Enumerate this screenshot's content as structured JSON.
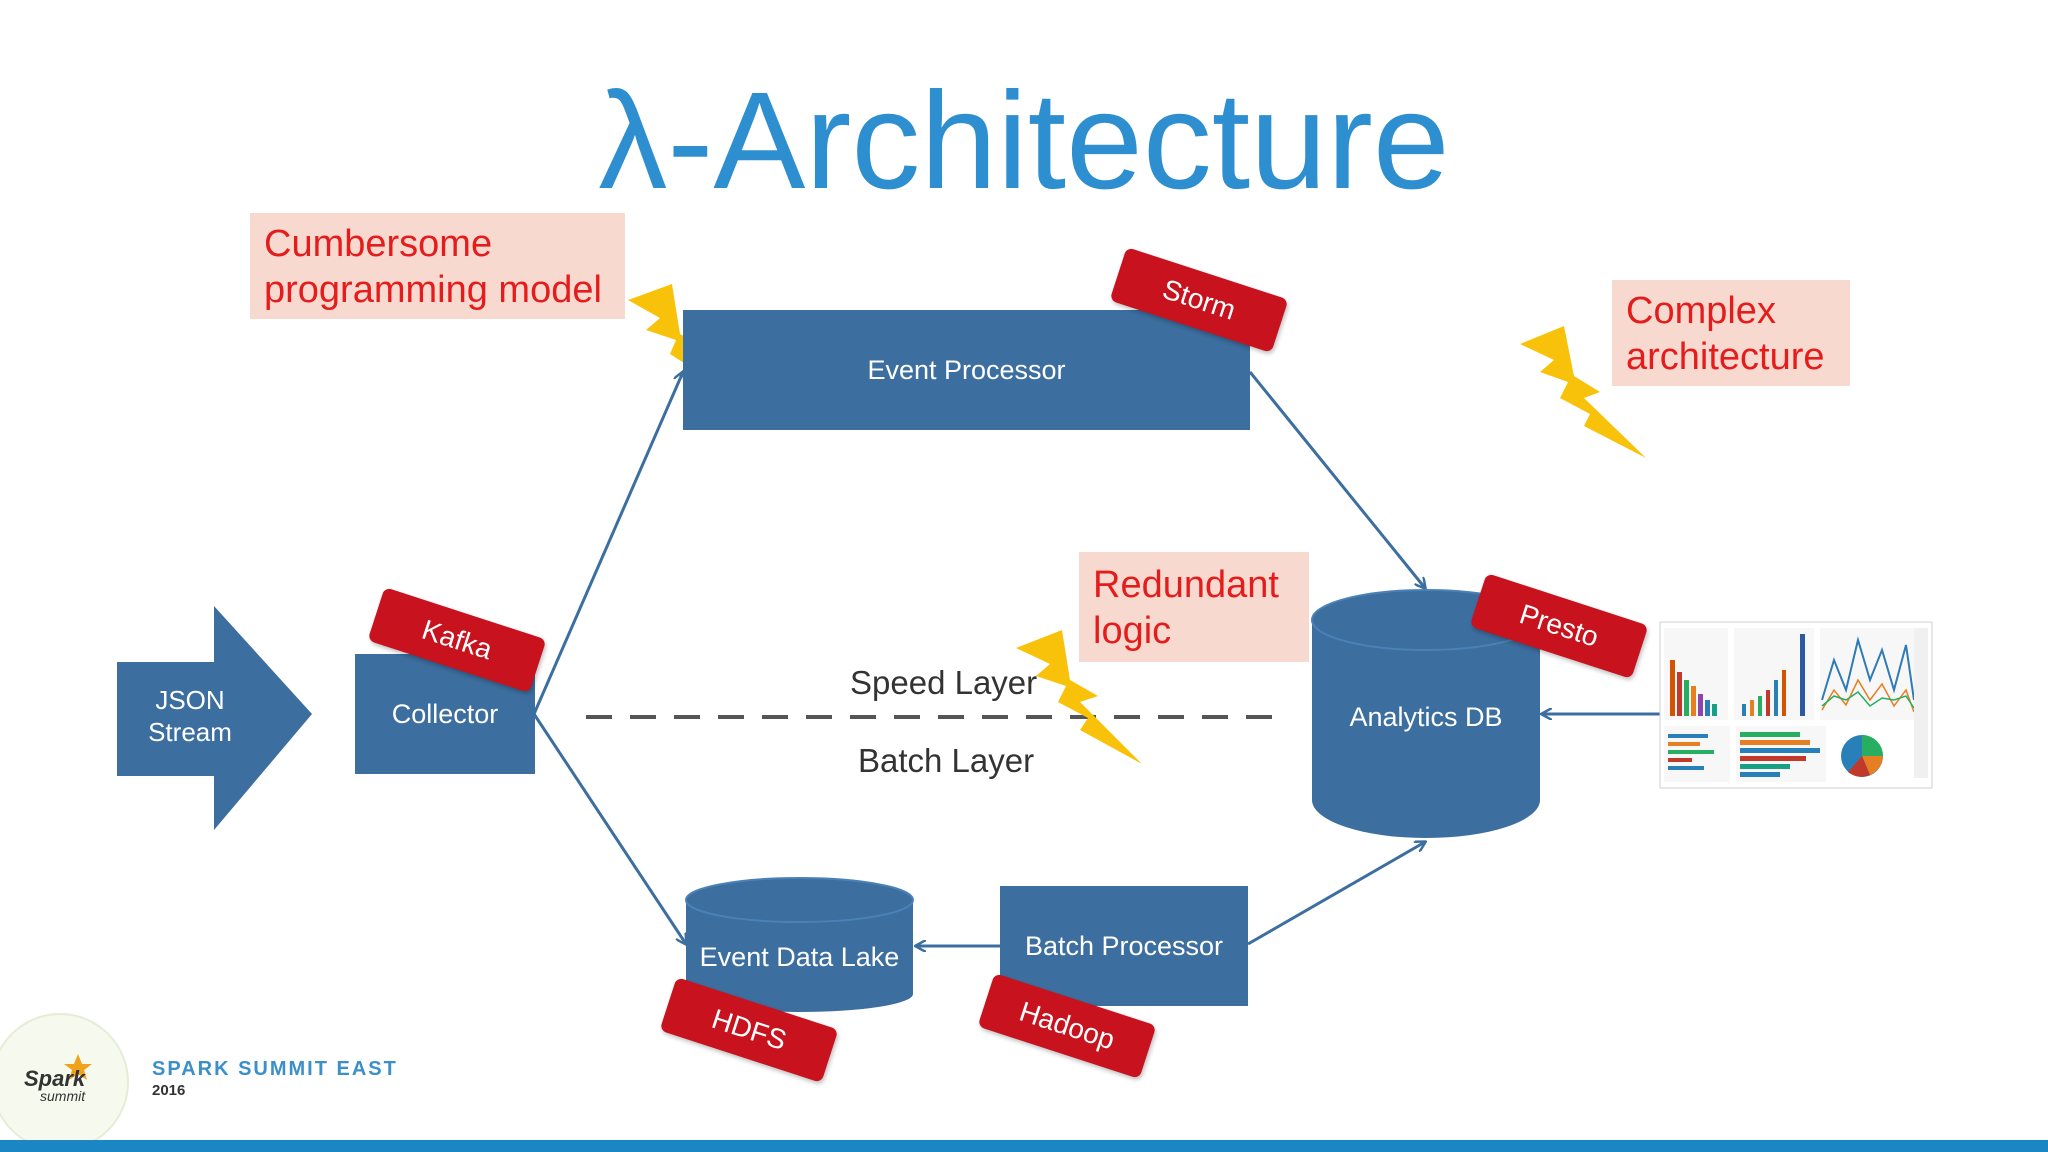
{
  "title": "λ-Architecture",
  "nodes": {
    "json_stream": "JSON\nStream",
    "collector": "Collector",
    "event_processor": "Event Processor",
    "analytics_db": "Analytics DB",
    "event_data_lake": "Event Data Lake",
    "batch_processor": "Batch Processor"
  },
  "tags": {
    "kafka": "Kafka",
    "storm": "Storm",
    "presto": "Presto",
    "hdfs": "HDFS",
    "hadoop": "Hadoop"
  },
  "callouts": {
    "cumbersome": "Cumbersome\nprogramming model",
    "complex": "Complex\narchitecture",
    "redundant": "Redundant\nlogic"
  },
  "layers": {
    "speed": "Speed Layer",
    "batch": "Batch Layer"
  },
  "footer": {
    "logo_word": "Spark",
    "logo_sub": "summit",
    "event_name": "SPARK SUMMIT EAST",
    "year": "2016"
  },
  "colors": {
    "title": "#2e8fd0",
    "box": "#3c6e9f",
    "tag": "#c8121e",
    "callout_bg": "#f8d9d0",
    "callout_text": "#e51c1c",
    "bolt": "#f9c20a",
    "footer_bar": "#1a86c4"
  }
}
